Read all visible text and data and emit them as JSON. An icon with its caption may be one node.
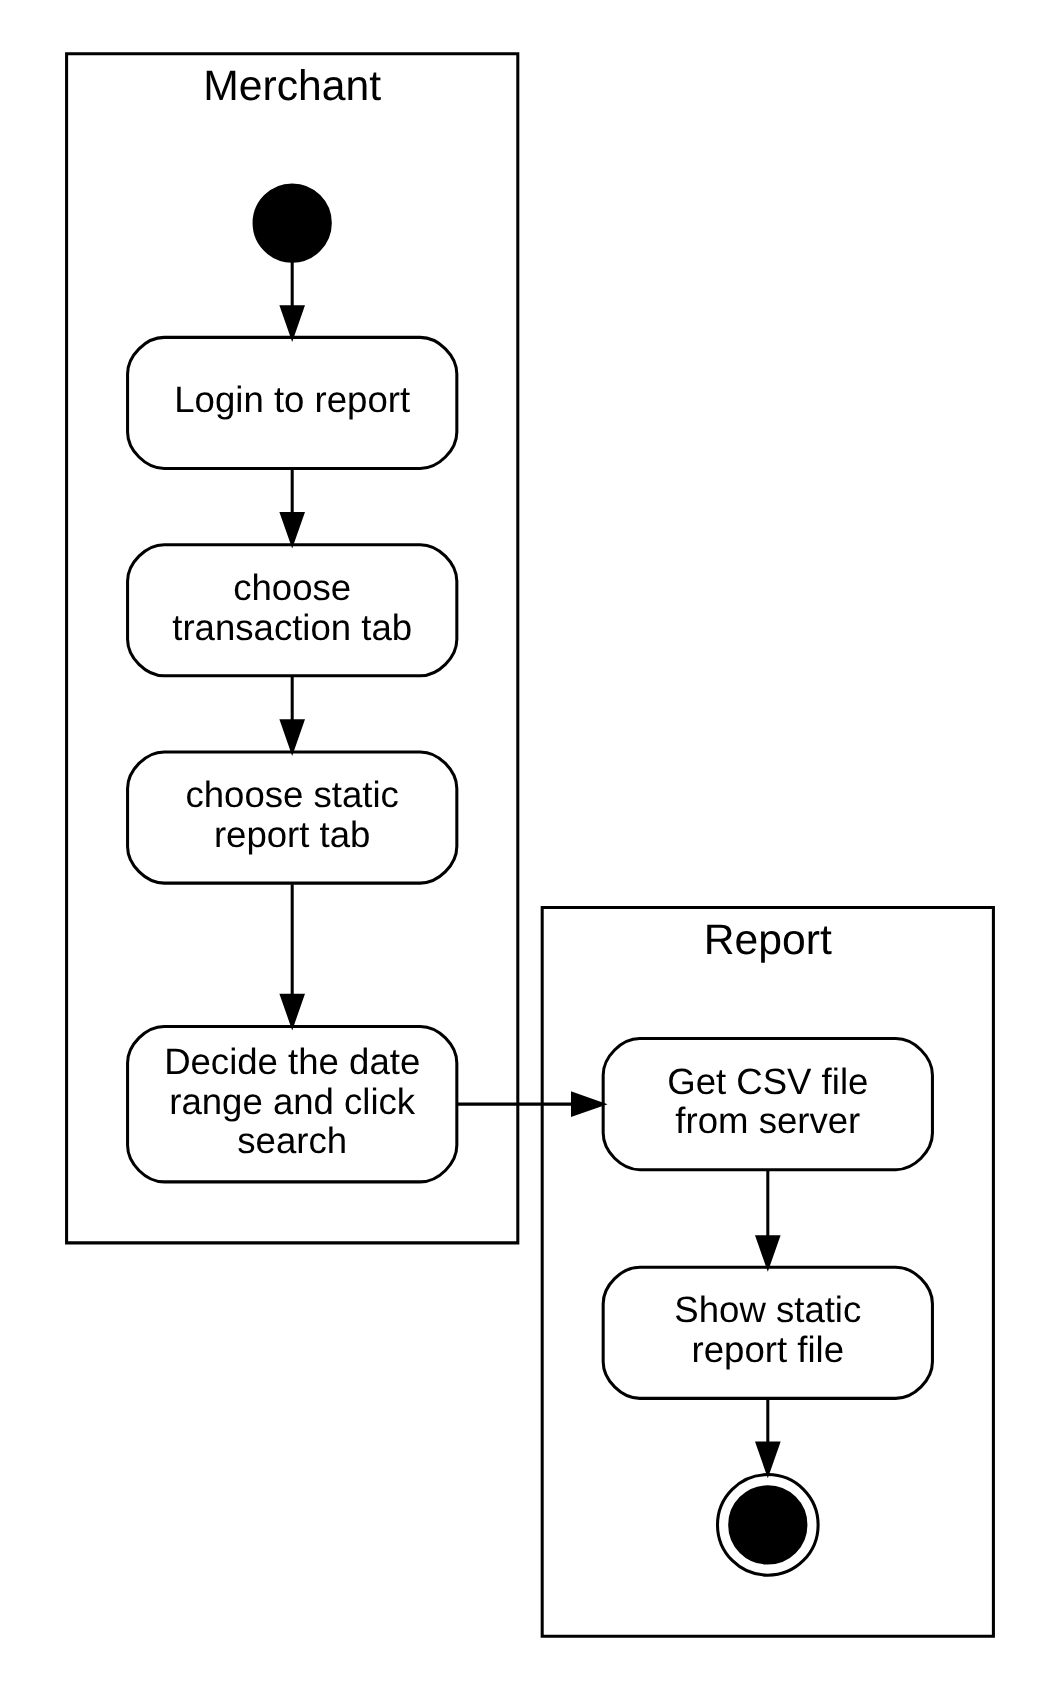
{
  "diagram": {
    "nodes": [
      {
        "text": [
          "Merchant"
        ]
      },
      {
        "text": [
          "Report"
        ]
      },
      {
        "text": [],
        "shape": "circle",
        "in": 0
      },
      {
        "text": [
          "Login to report"
        ],
        "in": 0
      },
      {
        "text": [
          "choose transaction tab"
        ],
        "in": 0
      },
      {
        "text": [
          "choose static report tab"
        ],
        "in": 0
      },
      {
        "text": [
          "Decide the date range and click search"
        ],
        "in": 0
      },
      {
        "text": [
          "Get CSV file from server"
        ],
        "in": 1
      },
      {
        "text": [
          "Show static report file"
        ],
        "in": 1
      },
      {
        "text": [],
        "shape": "circle",
        "in": 1
      }
    ],
    "edges": [
      {
        "from": 2,
        "to": 3,
        "arrow": "to"
      },
      {
        "from": 3,
        "to": 4,
        "arrow": "to"
      },
      {
        "from": 4,
        "to": 5,
        "arrow": "to"
      },
      {
        "from": 5,
        "to": 6,
        "arrow": "to"
      },
      {
        "from": 6,
        "to": 7,
        "arrow": "to"
      },
      {
        "from": 7,
        "to": 8,
        "arrow": "to"
      },
      {
        "from": 8,
        "to": 9,
        "arrow": "to"
      }
    ]
  }
}
